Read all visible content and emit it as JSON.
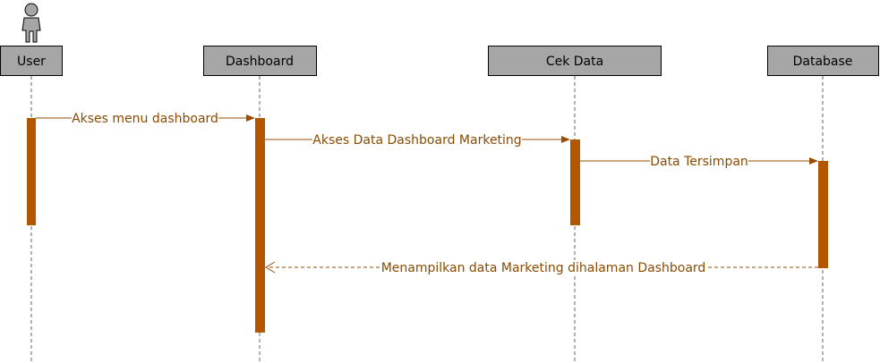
{
  "diagram": {
    "actor": {
      "name": "User",
      "icon": "person-icon"
    },
    "participants": [
      {
        "id": "user",
        "label": "User"
      },
      {
        "id": "dashboard",
        "label": "Dashboard"
      },
      {
        "id": "cekdata",
        "label": "Cek Data"
      },
      {
        "id": "database",
        "label": "Database"
      }
    ],
    "messages": [
      {
        "from": "user",
        "to": "dashboard",
        "label": "Akses menu dashboard",
        "kind": "call"
      },
      {
        "from": "dashboard",
        "to": "cekdata",
        "label": "Akses Data Dashboard Marketing",
        "kind": "call"
      },
      {
        "from": "cekdata",
        "to": "database",
        "label": "Data Tersimpan",
        "kind": "call"
      },
      {
        "from": "database",
        "to": "dashboard",
        "label": "Menampilkan data Marketing dihalaman Dashboard",
        "kind": "return"
      }
    ],
    "colors": {
      "header_fill": "#a6a6a6",
      "activation": "#b35600",
      "message": "#9a4d00",
      "message_text": "#8a4a00",
      "lifeline": "#666666"
    }
  }
}
